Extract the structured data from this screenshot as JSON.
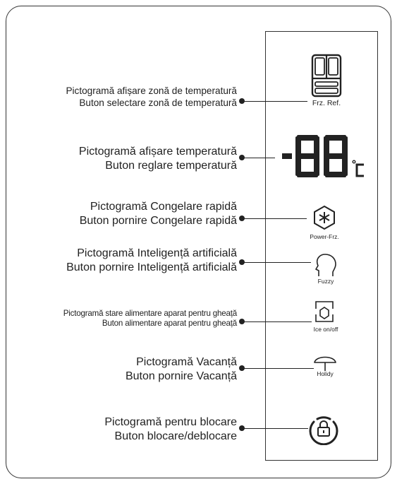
{
  "rows": [
    {
      "line1": "Pictogramă afișare zonă de temperatură",
      "line2": "Buton selectare zonă de temperatură"
    },
    {
      "line1": "Pictogramă afișare temperatură",
      "line2": "Buton reglare temperatură"
    },
    {
      "line1": "Pictogramă Congelare rapidă",
      "line2": "Buton pornire Congelare rapidă"
    },
    {
      "line1": "Pictogramă Inteligență artificială",
      "line2": "Buton pornire Inteligență artificială"
    },
    {
      "line1": "Pictogramă stare alimentare aparat pentru gheață",
      "line2": "Buton alimentare aparat pentru gheață"
    },
    {
      "line1": "Pictogramă Vacanță",
      "line2": "Buton pornire Vacanță"
    },
    {
      "line1": "Pictogramă pentru blocare",
      "line2": "Buton blocare/deblocare"
    }
  ],
  "panel": {
    "zone_caption": "Frz.  Ref.",
    "temp_display": "-88",
    "temp_unit": "℃",
    "powerfrz_caption": "Power-Frz.",
    "fuzzy_caption": "Fuzzy",
    "ice_caption": "Ice on/off",
    "holiday_caption": "Holidy"
  },
  "icons": [
    "zone-icon",
    "snowflake-icon",
    "head-icon",
    "ice-icon",
    "umbrella-icon",
    "lock-icon"
  ],
  "colors": {
    "line": "#222222",
    "frame": "#333333"
  }
}
